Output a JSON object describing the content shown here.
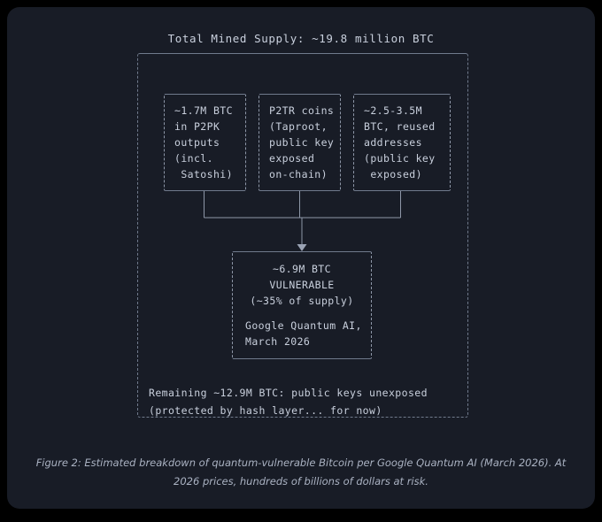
{
  "figure": {
    "title": "Total Mined Supply: ~19.8 million BTC",
    "categories": [
      {
        "id": "p2pk",
        "lines": [
          "~1.7M BTC",
          "in P2PK",
          "outputs",
          "(incl.",
          " Satoshi)"
        ]
      },
      {
        "id": "p2tr",
        "lines": [
          "P2TR coins",
          "(Taproot,",
          "public key",
          "exposed",
          "on-chain)"
        ]
      },
      {
        "id": "reused",
        "lines": [
          "~2.5-3.5M",
          "BTC, reused",
          "addresses",
          "(public key",
          " exposed)"
        ]
      }
    ],
    "vulnerable": {
      "amount": "~6.9M BTC",
      "label": "VULNERABLE",
      "share": "(~35% of supply)",
      "source_line1": "Google Quantum AI,",
      "source_line2": "March 2026"
    },
    "remaining": {
      "line1": "Remaining ~12.9M BTC: public keys unexposed",
      "line2": "(protected by hash layer... for now)"
    }
  },
  "caption": {
    "line1": "Figure 2: Estimated breakdown of quantum-vulnerable Bitcoin per Google Quantum AI (March 2026). At 2026 prices, hundreds",
    "line2": "of billions of dollars at risk."
  },
  "colors": {
    "page_background": "#000000",
    "panel_background": "#181c26",
    "text": "#c9d0dd",
    "line": "#707a8c",
    "caption_text": "#aab2c2"
  }
}
